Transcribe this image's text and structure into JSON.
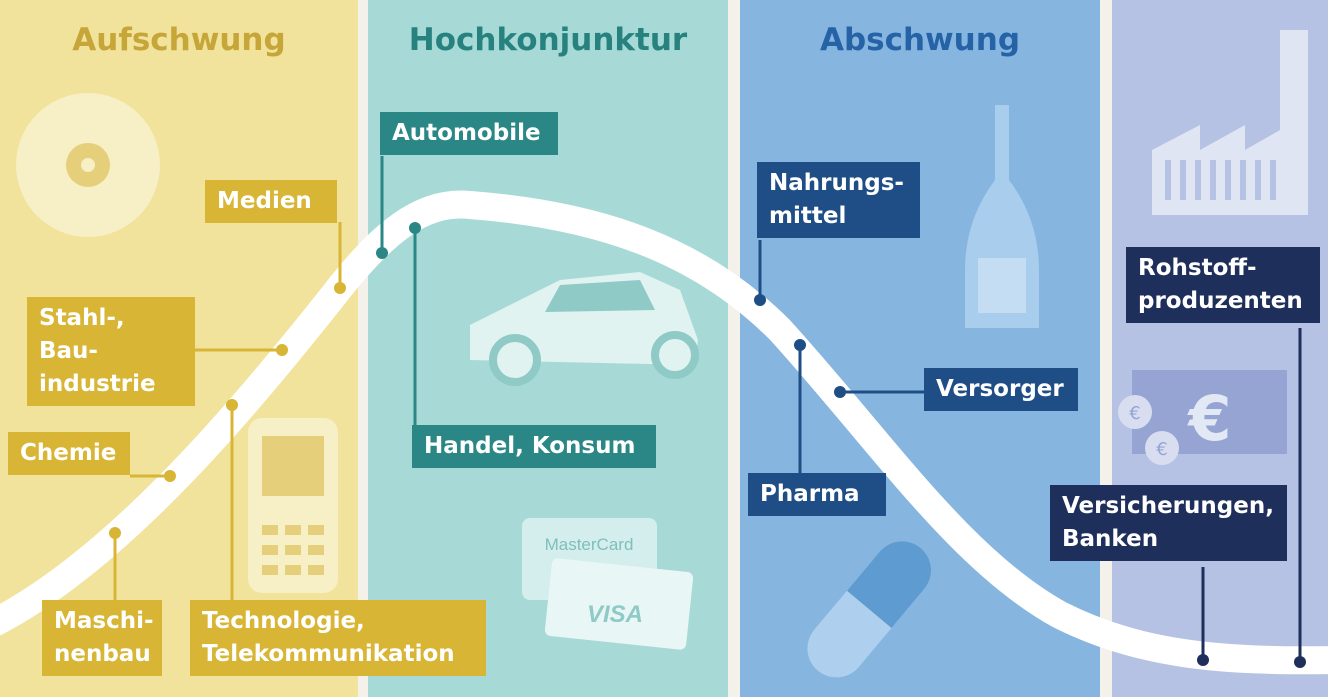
{
  "phases": [
    {
      "title": "Aufschwung",
      "color": "#c6a539"
    },
    {
      "title": "Hochkonjunktur",
      "color": "#27827f"
    },
    {
      "title": "Abschwung",
      "color": "#2563a6"
    }
  ],
  "sectors": {
    "medien": "Medien",
    "stahl": [
      "Stahl-, Bau-",
      "industrie"
    ],
    "chemie": "Chemie",
    "maschinenbau": [
      "Maschi-",
      "nenbau"
    ],
    "technologie": [
      "Technologie,",
      "Telekommunikation"
    ],
    "automobile": "Automobile",
    "handel": "Handel, Konsum",
    "nahrung": [
      "Nahrungs-",
      "mittel"
    ],
    "pharma": "Pharma",
    "versorger": "Versorger",
    "rohstoff": [
      "Rohstoff-",
      "produzenten"
    ],
    "versicherungen": [
      "Versicherungen,",
      "Banken"
    ]
  },
  "logos": {
    "mastercard": "MasterCard",
    "visa": "VISA"
  }
}
